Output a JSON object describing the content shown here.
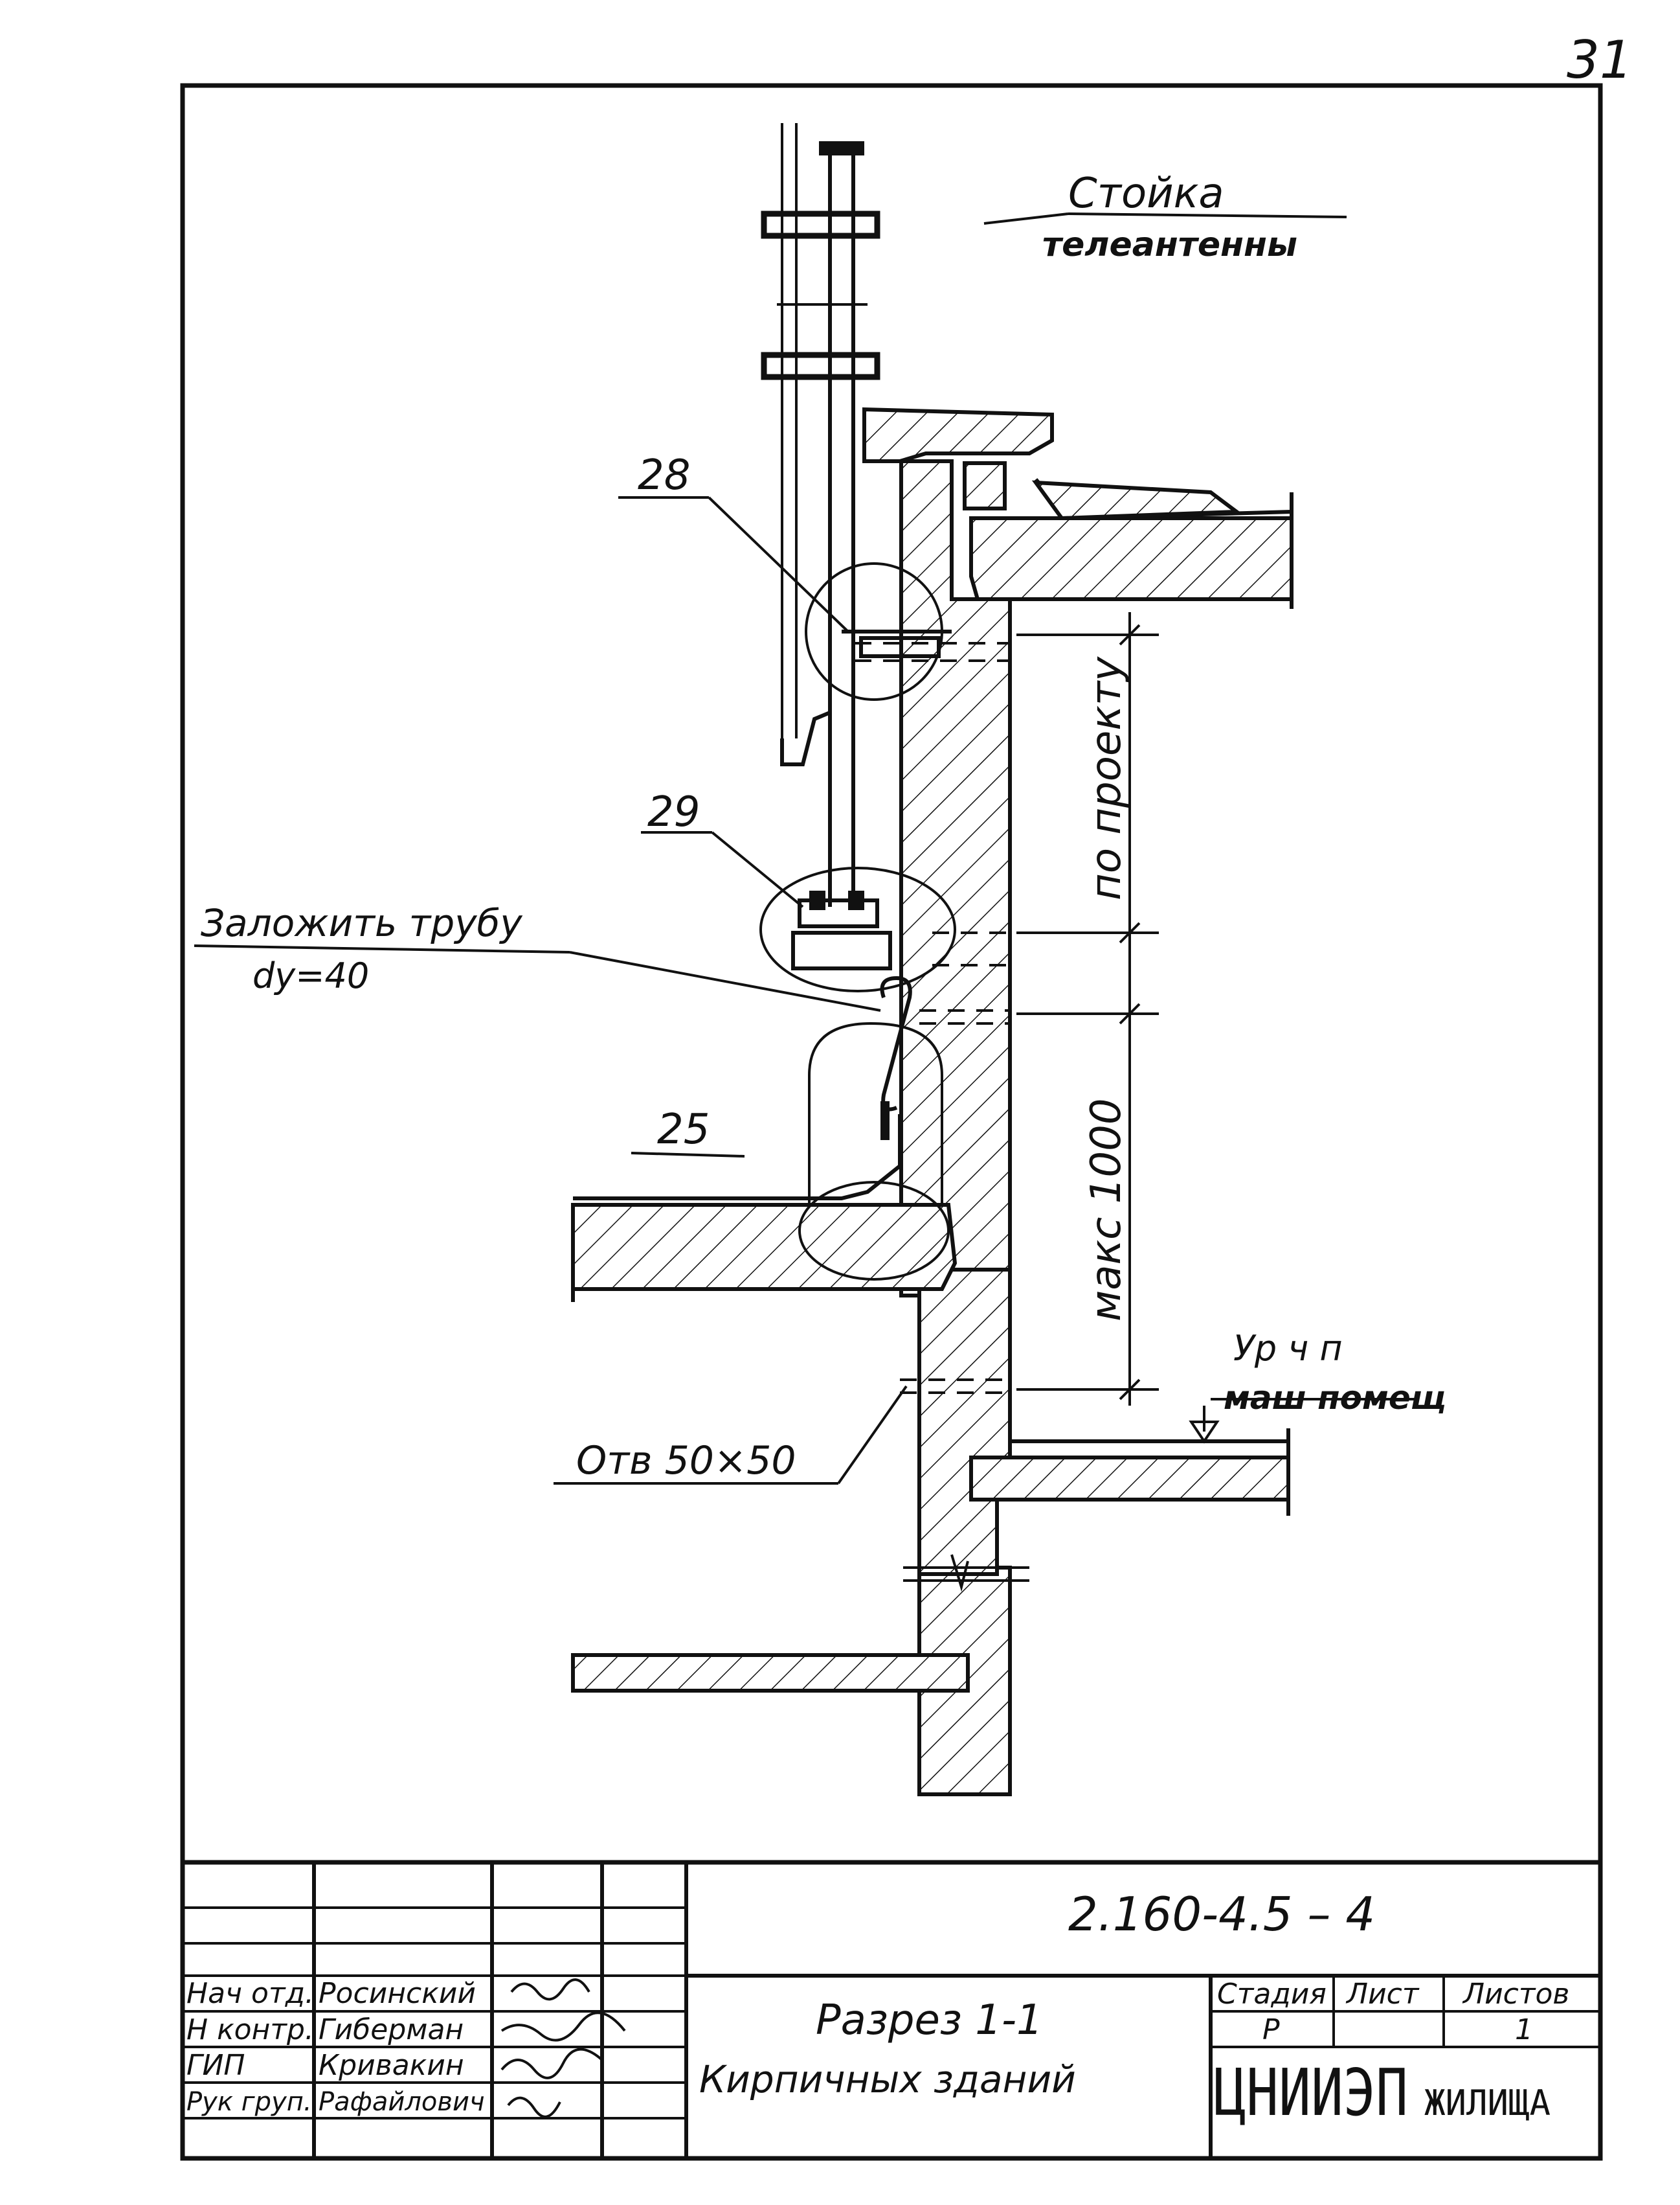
{
  "page_number": "31",
  "labels": {
    "antenna_title": "Стойка",
    "antenna_subtitle": "телеантенны",
    "callout_28": "28",
    "callout_29": "29",
    "callout_25": "25",
    "pipe_note_line1": "Заложить трубу",
    "pipe_note_line2": "dy=40",
    "dim_by_project": "по проекту",
    "dim_max_1000": "макс 1000",
    "level_line1": "Ур ч п",
    "level_line2": "маш помещ",
    "opening": "Отв 50×50"
  },
  "title_block": {
    "doc_code": "2.160-4.5 – 4",
    "roles": [
      {
        "role": "Нач отд.",
        "name": "Росинский"
      },
      {
        "role": "Н контр.",
        "name": "Гиберман"
      },
      {
        "role": "ГИП",
        "name": "Кривакин"
      },
      {
        "role": "Рук груп.",
        "name": "Рафайлович"
      }
    ],
    "title_line1": "Разрез 1-1",
    "title_line2": "Кирпичных зданий",
    "stage_header": "Стадия",
    "sheet_header": "Лист",
    "sheets_header": "Листов",
    "stage_value": "Р",
    "sheet_value": "",
    "sheets_value": "1",
    "org_name": "ЦНИИЭП",
    "org_suffix": "ЖИЛИЩА"
  }
}
